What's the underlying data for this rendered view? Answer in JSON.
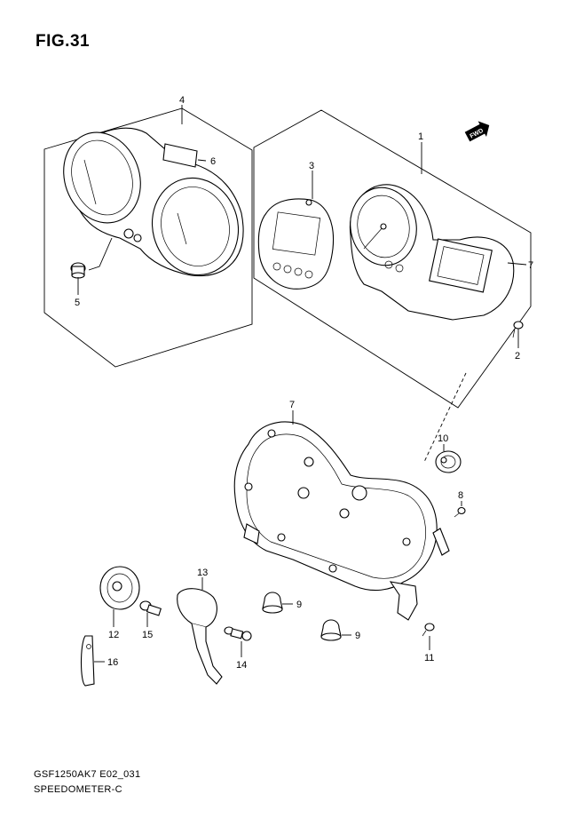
{
  "figure": {
    "title": "FIG.31"
  },
  "direction_marker": {
    "label": "FWD",
    "icon": "fwd-arrow-icon"
  },
  "callouts": [
    "1",
    "2",
    "3",
    "4",
    "5",
    "6",
    "7",
    "7",
    "8",
    "9",
    "9",
    "10",
    "11",
    "12",
    "13",
    "14",
    "15",
    "16"
  ],
  "footer": {
    "code": "GSF1250AK7 E02_031",
    "name": "SPEEDOMETER-C"
  }
}
